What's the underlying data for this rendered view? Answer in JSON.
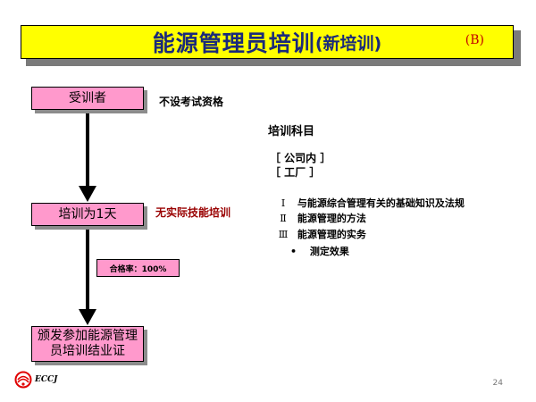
{
  "header": {
    "title": "能源管理员培训",
    "subtitle": "(新培训)",
    "tag": "(B)"
  },
  "flow": {
    "trainee": "受训者",
    "trainee_note": "不设考试资格",
    "duration": "培训为1天",
    "duration_note": "无实际技能培训",
    "pass_rate": "合格率：100%",
    "certificate": "颁发参加能源管理员培训结业证"
  },
  "subjects": {
    "heading": "培训科目",
    "locations": [
      "［ 公司内 ］",
      "［ 工厂 ］"
    ],
    "items": [
      {
        "num": "Ⅰ",
        "text": "与能源综合管理有关的基础知识及法规"
      },
      {
        "num": "Ⅱ",
        "text": "能源管理的方法"
      },
      {
        "num": "Ⅲ",
        "text": "能源管理的实务"
      }
    ],
    "bullet": "•",
    "bullet_item": "测定效果"
  },
  "footer": {
    "logo_text": "ECCJ",
    "page_number": "24"
  },
  "colors": {
    "title_bg": "#ffff00",
    "title_text": "#1a2a7a",
    "box_fill": "#ff99cc",
    "tag": "#c00000",
    "skill_note": "#990000",
    "logo": "#e00000"
  }
}
